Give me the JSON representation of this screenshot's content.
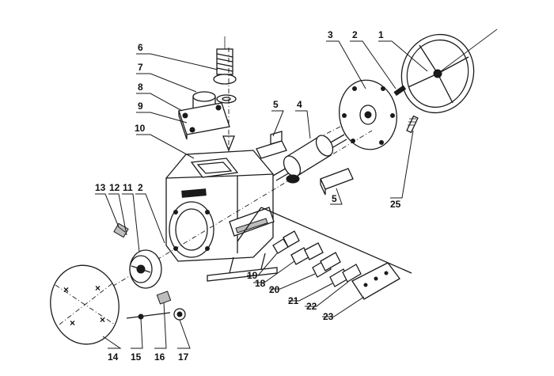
{
  "diagram": {
    "callouts": [
      {
        "id": "c1",
        "text": "1"
      },
      {
        "id": "c2a",
        "text": "2"
      },
      {
        "id": "c3",
        "text": "3"
      },
      {
        "id": "c4",
        "text": "4"
      },
      {
        "id": "c5a",
        "text": "5"
      },
      {
        "id": "c5b",
        "text": "5"
      },
      {
        "id": "c6",
        "text": "6"
      },
      {
        "id": "c7",
        "text": "7"
      },
      {
        "id": "c8",
        "text": "8"
      },
      {
        "id": "c9",
        "text": "9"
      },
      {
        "id": "c10",
        "text": "10"
      },
      {
        "id": "c11",
        "text": "11"
      },
      {
        "id": "c12",
        "text": "12"
      },
      {
        "id": "c13",
        "text": "13"
      },
      {
        "id": "c2b",
        "text": "2"
      },
      {
        "id": "c14",
        "text": "14"
      },
      {
        "id": "c15",
        "text": "15"
      },
      {
        "id": "c16",
        "text": "16"
      },
      {
        "id": "c17",
        "text": "17"
      },
      {
        "id": "c18",
        "text": "18"
      },
      {
        "id": "c19",
        "text": "19"
      },
      {
        "id": "c20",
        "text": "20"
      },
      {
        "id": "c21",
        "text": "21"
      },
      {
        "id": "c22",
        "text": "22"
      },
      {
        "id": "c23",
        "text": "23"
      },
      {
        "id": "c25",
        "text": "25"
      }
    ]
  }
}
